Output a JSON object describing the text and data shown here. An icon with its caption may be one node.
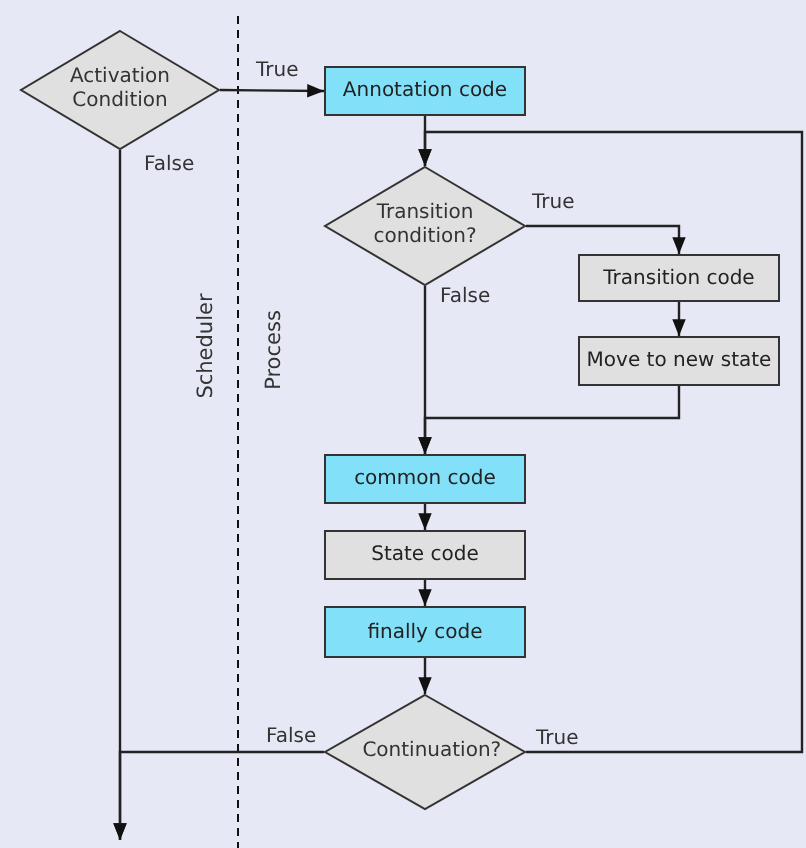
{
  "diagram": {
    "nodes": [
      {
        "text": [
          "Activation Condition"
        ]
      },
      {
        "text": [
          "Annotation code"
        ]
      },
      {
        "text": [
          "Transition condition?"
        ]
      },
      {
        "text": [
          "Transition code"
        ]
      },
      {
        "text": [
          "Move to new state"
        ]
      },
      {
        "text": [
          "common code"
        ]
      },
      {
        "text": [
          "State code"
        ]
      },
      {
        "text": [
          "finally code"
        ]
      },
      {
        "text": [
          "Continuation?"
        ]
      }
    ],
    "edges": [
      {
        "from": 0,
        "to": 1,
        "arrow": "to",
        "label": "True"
      },
      {
        "from": 0,
        "to": null,
        "arrow": "to",
        "label": "False"
      },
      {
        "from": 1,
        "to": 2,
        "arrow": "to"
      },
      {
        "from": 2,
        "to": 3,
        "arrow": "to",
        "label": "True"
      },
      {
        "from": 2,
        "to": 5,
        "arrow": "to",
        "label": "False"
      },
      {
        "from": 3,
        "to": 4,
        "arrow": "to"
      },
      {
        "from": 4,
        "to": 5,
        "arrow": "to"
      },
      {
        "from": 5,
        "to": 6,
        "arrow": "to"
      },
      {
        "from": 6,
        "to": 7,
        "arrow": "to"
      },
      {
        "from": 7,
        "to": 8,
        "arrow": "to"
      },
      {
        "from": 8,
        "to": 2,
        "arrow": "to",
        "label": "True"
      },
      {
        "from": 8,
        "to": null,
        "arrow": "to",
        "label": "False"
      }
    ],
    "labels": [
      "Scheduler",
      "Process"
    ]
  }
}
